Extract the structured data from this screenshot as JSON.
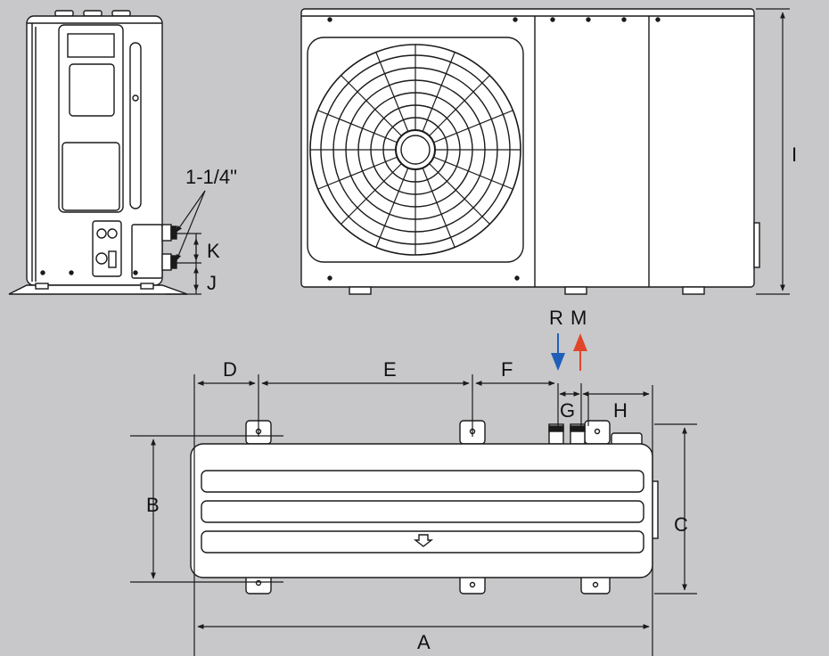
{
  "pipe_size_label": "1-1/4\"",
  "dimension_labels": {
    "A": "A",
    "B": "B",
    "C": "C",
    "D": "D",
    "E": "E",
    "F": "F",
    "G": "G",
    "H": "H",
    "I": "I",
    "J": "J",
    "K": "K"
  },
  "flow_labels": {
    "return": "R",
    "supply": "M"
  },
  "colors": {
    "background": "#c8c8ca",
    "unit_body": "#ffffff",
    "line": "#1a1a1a",
    "return_arrow": "#1f5fb8",
    "supply_arrow": "#e0452a"
  }
}
